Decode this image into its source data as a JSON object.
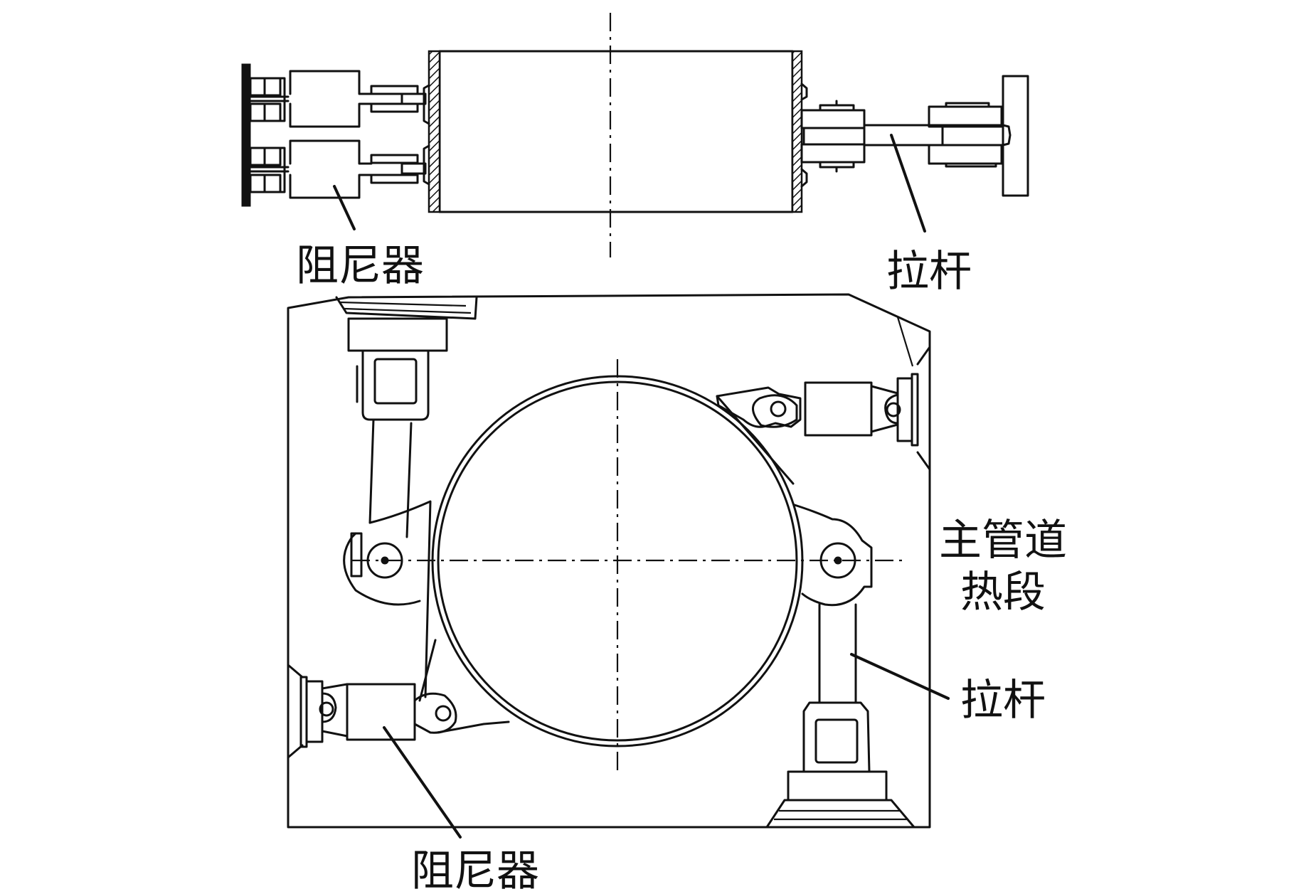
{
  "figure": {
    "type": "engineering-drawing",
    "views": [
      {
        "name": "top-view",
        "description": "plan view of main pipe hot leg with dampers and tie rod"
      },
      {
        "name": "section-view",
        "description": "cross-section of main pipe hot leg inside compartment with two dampers and two tie rods"
      }
    ]
  },
  "labels": {
    "top_damper": "阻尼器",
    "top_tie_rod": "拉杆",
    "main_pipe_line1": "主管道",
    "main_pipe_line2": "热段",
    "section_tie_rod": "拉杆",
    "section_damper": "阻尼器"
  },
  "colors": {
    "line": "#111111",
    "background": "#ffffff"
  }
}
